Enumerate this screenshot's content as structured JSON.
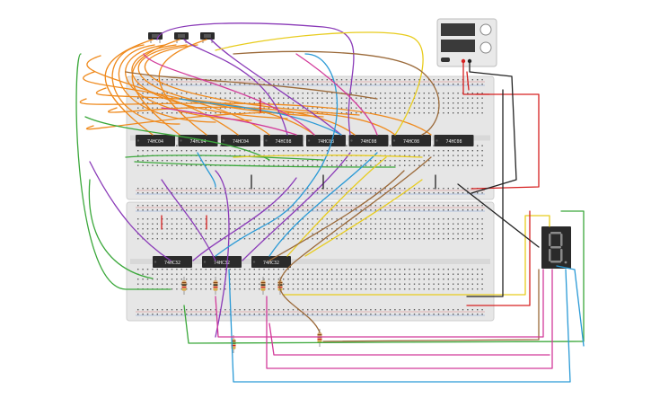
{
  "canvas": {
    "title": "",
    "background": "#ffffff"
  },
  "colors": {
    "board": "#e6e6e6",
    "board_shadow": "#cfcfcf",
    "hole": "#5c5c5c",
    "chip": "#2b2b2b",
    "rail_red": "#d23b3b",
    "rail_blue": "#3b6fd2",
    "wire_orange": "#ef8a1d",
    "wire_purple": "#8a3ab8",
    "wire_green": "#3ba83b",
    "wire_blue": "#2a9ad6",
    "wire_yellow": "#e8cc1e",
    "wire_brown": "#9b6a3a",
    "wire_magenta": "#d23a9a",
    "wire_red": "#d62020",
    "wire_black": "#222222",
    "segment_on": "#8a8a8a"
  },
  "chips_top": [
    {
      "label": "74HC04"
    },
    {
      "label": "74HC04"
    },
    {
      "label": "74HC04"
    },
    {
      "label": "74HC08"
    },
    {
      "label": "74HC08"
    },
    {
      "label": "74HC08"
    },
    {
      "label": "74HC08"
    },
    {
      "label": "74HC08"
    }
  ],
  "chips_bottom": [
    {
      "label": "74HC32"
    },
    {
      "label": "74HC32"
    },
    {
      "label": "74HC32"
    }
  ],
  "switches": [
    {
      "icon": "push-button-icon"
    },
    {
      "icon": "push-button-icon"
    },
    {
      "icon": "push-button-icon"
    }
  ],
  "power_supply": {
    "icon": "power-supply-icon",
    "display_1": "",
    "display_2": ""
  },
  "display": {
    "icon": "seven-segment-display-icon",
    "digit": "8"
  }
}
